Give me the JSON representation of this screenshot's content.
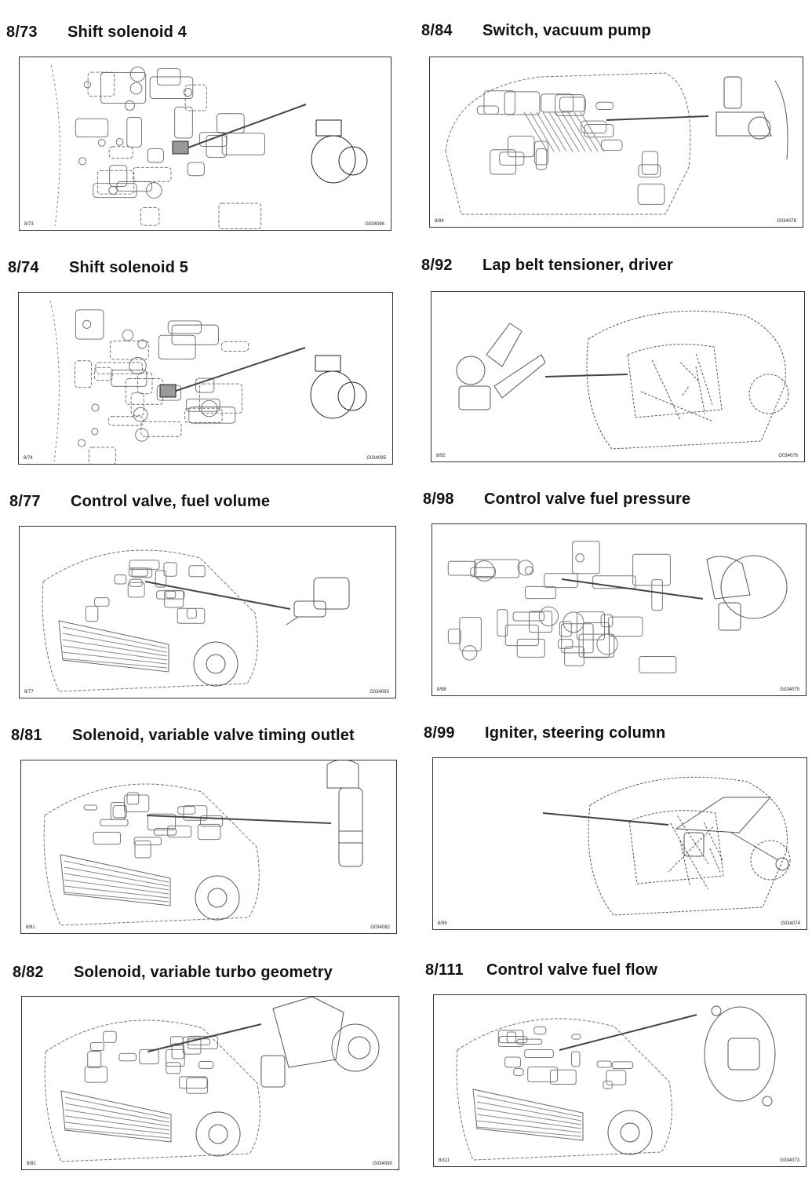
{
  "entries": [
    {
      "code": "8/73",
      "title": "Shift solenoid 4",
      "fig_code": "8/73",
      "fig_id": "G034096",
      "scene": "transmission",
      "part": "solenoid"
    },
    {
      "code": "8/84",
      "title": "Switch, vacuum pump",
      "fig_code": "8/84",
      "fig_id": "G034078",
      "scene": "engine-bay",
      "part": "vacuum-switch"
    },
    {
      "code": "8/74",
      "title": "Shift solenoid 5",
      "fig_code": "8/74",
      "fig_id": "G034095",
      "scene": "transmission",
      "part": "solenoid"
    },
    {
      "code": "8/92",
      "title": "Lap belt tensioner, driver",
      "fig_code": "8/92",
      "fig_id": "G034076",
      "scene": "car-interior",
      "part": "belt-tensioner"
    },
    {
      "code": "8/77",
      "title": "Control valve, fuel volume",
      "fig_code": "8/77",
      "fig_id": "G034093",
      "scene": "car-front",
      "part": "fuel-valve"
    },
    {
      "code": "8/98",
      "title": "Control valve fuel pressure",
      "fig_code": "8/98",
      "fig_id": "G034075",
      "scene": "engine-block",
      "part": "pressure-valve"
    },
    {
      "code": "8/81",
      "title": "Solenoid, variable valve timing outlet",
      "fig_code": "8/81",
      "fig_id": "G034082",
      "scene": "car-front",
      "part": "vvt-solenoid"
    },
    {
      "code": "8/99",
      "title": "Igniter, steering column",
      "fig_code": "8/99",
      "fig_id": "G034074",
      "scene": "car-interior",
      "part": "steering-column"
    },
    {
      "code": "8/82",
      "title": "Solenoid, variable turbo geometry",
      "fig_code": "8/82",
      "fig_id": "G034080",
      "scene": "car-front",
      "part": "turbo-solenoid"
    },
    {
      "code": "8/111",
      "title": "Control valve fuel flow",
      "fig_code": "8/111",
      "fig_id": "G034073",
      "scene": "car-front",
      "part": "flow-valve"
    }
  ]
}
